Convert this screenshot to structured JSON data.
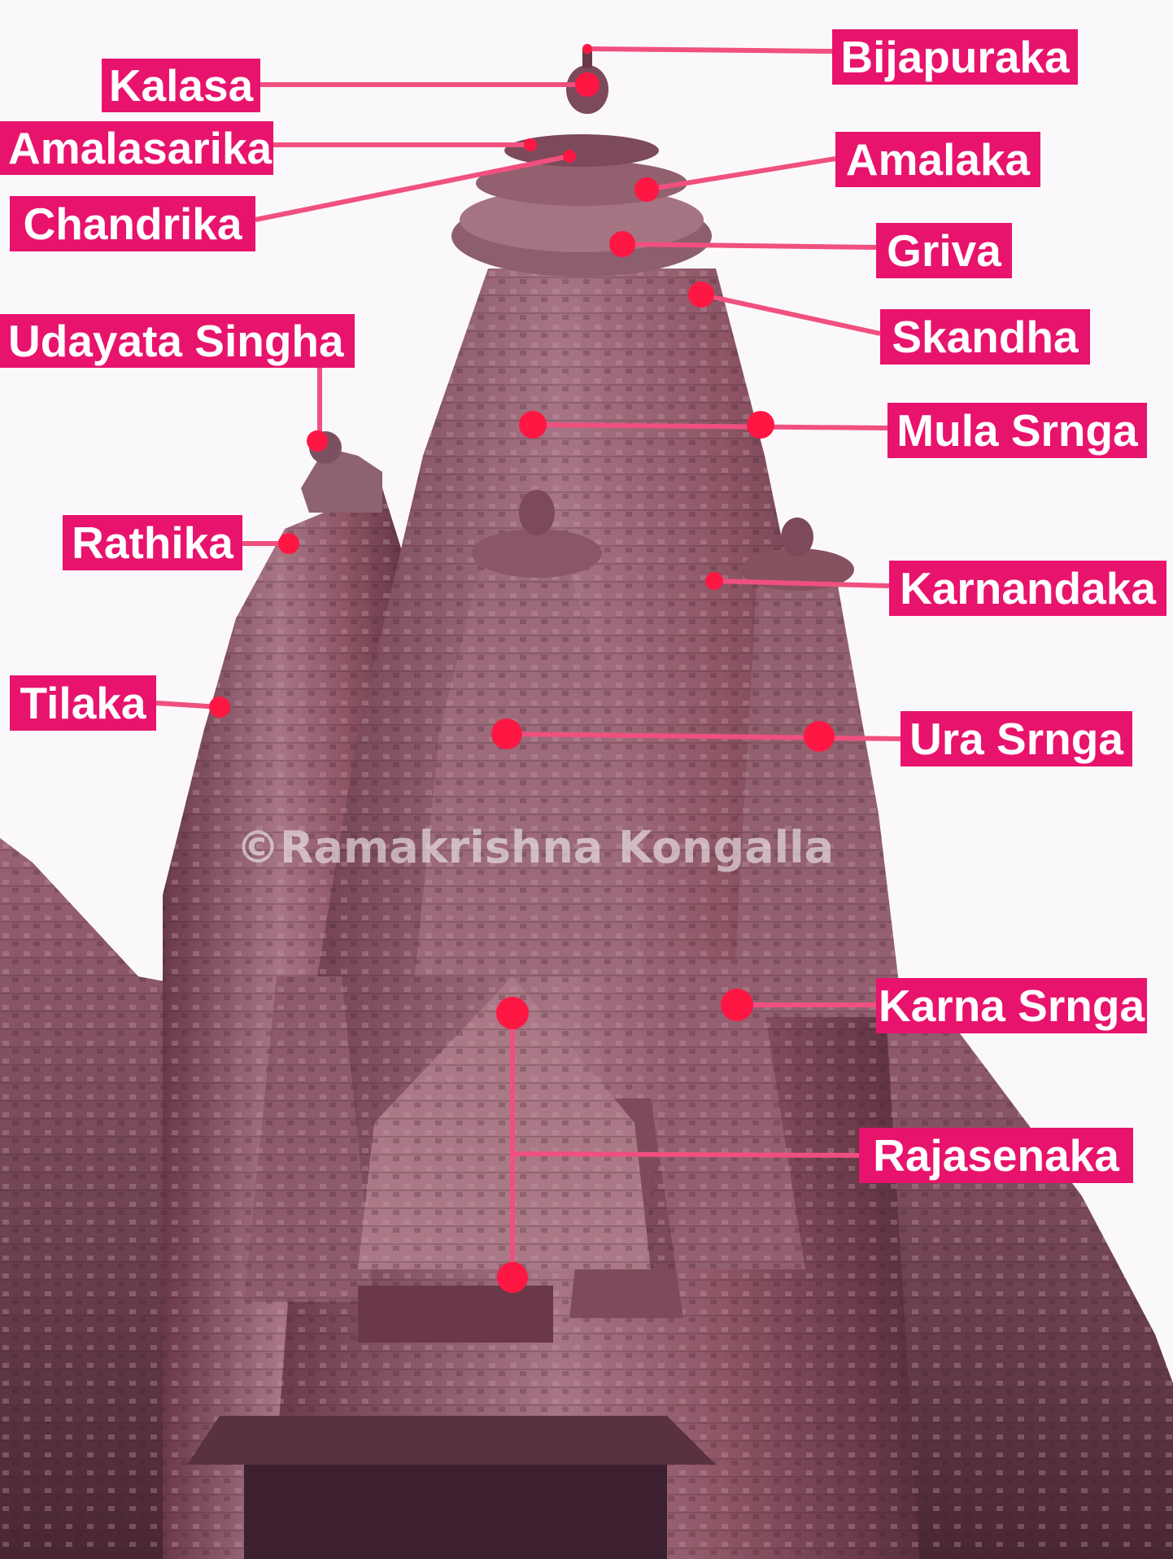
{
  "colors": {
    "label_background": "#e8136d",
    "leader_line": "#f0507f",
    "marker_dot": "#ff1744",
    "sky": "#fbf8fb",
    "stone_dark": "#6b3a4a",
    "stone_mid": "#8e5565",
    "stone_light": "#c29aa5"
  },
  "watermark": "©Ramakrishna Kongalla",
  "labels": [
    {
      "id": "bijapuraka",
      "text": "Bijapuraka"
    },
    {
      "id": "kalasa",
      "text": "Kalasa"
    },
    {
      "id": "amalasarika",
      "text": "Amalasarika"
    },
    {
      "id": "amalaka",
      "text": "Amalaka"
    },
    {
      "id": "chandrika",
      "text": "Chandrika"
    },
    {
      "id": "griva",
      "text": "Griva"
    },
    {
      "id": "skandha",
      "text": "Skandha"
    },
    {
      "id": "udayata-singha",
      "text": "Udayata Singha"
    },
    {
      "id": "mula-srnga",
      "text": "Mula Srnga"
    },
    {
      "id": "rathika",
      "text": "Rathika"
    },
    {
      "id": "karnandaka",
      "text": "Karnandaka"
    },
    {
      "id": "tilaka",
      "text": "Tilaka"
    },
    {
      "id": "ura-srnga",
      "text": "Ura Srnga"
    },
    {
      "id": "karna-srnga",
      "text": "Karna Srnga"
    },
    {
      "id": "rajasenaka",
      "text": "Rajasenaka"
    }
  ]
}
